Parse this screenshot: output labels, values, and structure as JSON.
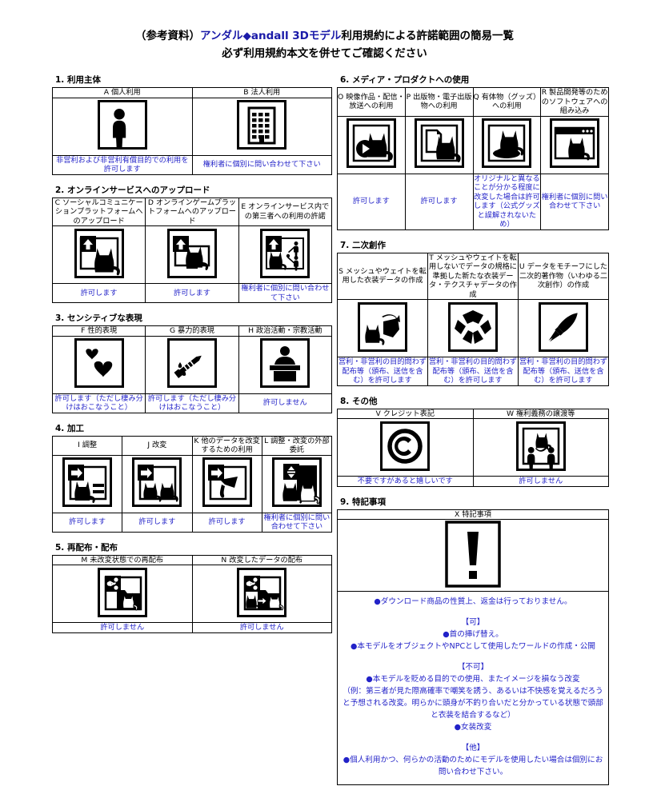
{
  "title": {
    "line1_prefix": "（参考資料）",
    "line1_brand": "アンダル◆andall 3Dモデル",
    "line1_suffix": "利用規約による許諾範囲の簡易一覧",
    "line2": "必ず利用規約本文を併せてご確認ください"
  },
  "colors": {
    "link_blue": "#2222c8",
    "brand_blue": "#1a1aa8",
    "border": "#000000"
  },
  "sections": [
    {
      "id": "1",
      "heading": "1. 利用主体",
      "columns": 2,
      "items": [
        {
          "key": "A",
          "label": "A 個人利用",
          "icon": "person-icon",
          "note": "非営利および非営利有償目的での利用を許可します"
        },
        {
          "key": "B",
          "label": "B 法人利用",
          "icon": "building-icon",
          "note": "権利者に個別に問い合わせて下さい"
        }
      ]
    },
    {
      "id": "2",
      "heading": "2. オンラインサービスへのアップロード",
      "columns": 3,
      "items": [
        {
          "key": "C",
          "label": "C ソーシャルコミュニケーションプラットフォームへのアップロード",
          "icon": "upload-cat-icon",
          "note": "許可します"
        },
        {
          "key": "D",
          "label": "D オンラインゲームプラットフォームへのアップロード",
          "icon": "upload-cat-monitor-icon",
          "note": "許可します"
        },
        {
          "key": "E",
          "label": "E オンラインサービス内での第三者への利用の許諾",
          "icon": "upload-cat-share-people-icon",
          "note": "権利者に個別に問い合わせて下さい"
        }
      ]
    },
    {
      "id": "3",
      "heading": "3. センシティブな表現",
      "columns": 3,
      "items": [
        {
          "key": "F",
          "label": "F 性的表現",
          "icon": "hearts-icon",
          "note": "許可します（ただし棲み分けはおこなうこと）"
        },
        {
          "key": "G",
          "label": "G 暴力的表現",
          "icon": "knife-icon",
          "note": "許可します（ただし棲み分けはおこなうこと）"
        },
        {
          "key": "H",
          "label": "H 政治活動・宗教活動",
          "icon": "podium-speaker-icon",
          "note": "許可しません"
        }
      ]
    },
    {
      "id": "4",
      "heading": "4. 加工",
      "columns": 4,
      "items": [
        {
          "key": "I",
          "label": "I 調整",
          "icon": "arrow-cat-equals-icon",
          "note": "許可します"
        },
        {
          "key": "J",
          "label": "J 改変",
          "icon": "arrow-cat-two-icon",
          "note": "許可します"
        },
        {
          "key": "K",
          "label": "K 他のデータを改変するための利用",
          "icon": "arrow-cat-shape-icon",
          "note": "許可します"
        },
        {
          "key": "L",
          "label": "L 調整・改変の外部委託",
          "icon": "outsourcing-cat-icon",
          "note": "権利者に個別に問い合わせて下さい"
        }
      ]
    },
    {
      "id": "5",
      "heading": "5. 再配布・配布",
      "columns": 2,
      "items": [
        {
          "key": "M",
          "label": "M 未改変状態での再配布",
          "icon": "share-folder-cat-icon",
          "note": "許可しません"
        },
        {
          "key": "N",
          "label": "N 改変したデータの配布",
          "icon": "share-folder-modified-cat-icon",
          "note": "許可しません"
        }
      ]
    },
    {
      "id": "6",
      "heading": "6. メディア・プロダクトへの使用",
      "columns": 4,
      "items": [
        {
          "key": "O",
          "label": "O 映像作品・配信・放送への利用",
          "icon": "play-cat-icon",
          "note": "許可します"
        },
        {
          "key": "P",
          "label": "P 出版物・電子出版物への利用",
          "icon": "document-cat-icon",
          "note": "許可します"
        },
        {
          "key": "Q",
          "label": "Q 有体物（グッズ）への利用",
          "icon": "figurine-cat-icon",
          "note": "オリジナルと異なることが分かる程度に改変した場合は許可します（公式グッズと誤解されないため）"
        },
        {
          "key": "R",
          "label": "R 製品開発等のためのソフトウェアへの組み込み",
          "icon": "window-cat-icon",
          "note": "権利者に個別に問い合わせて下さい"
        }
      ]
    },
    {
      "id": "7",
      "heading": "7. 二次創作",
      "columns": 3,
      "items": [
        {
          "key": "S",
          "label": "S メッシュやウェイトを転用した衣装データの作成",
          "icon": "cat-to-cloth-icon",
          "note": "営利・非営利の目的問わず配布等（頒布、送信を含む）を許可します"
        },
        {
          "key": "T",
          "label": "T メッシュやウェイトを転用しないでデータの規格に準拠した新たな衣装データ・テクスチャデータの作成",
          "icon": "cloth-icon",
          "note": "営利・非営利の目的問わず配布等（頒布、送信を含む）を許可します"
        },
        {
          "key": "U",
          "label": "U データをモチーフにした二次的著作物（いわゆる二次創作）の作成",
          "icon": "paintbrush-icon",
          "note": "営利・非営利の目的問わず配布等（頒布、送信を含む）を許可します"
        }
      ]
    },
    {
      "id": "8",
      "heading": "8. その他",
      "columns": 2,
      "items": [
        {
          "key": "V",
          "label": "V クレジット表記",
          "icon": "copyright-icon",
          "note": "不要ですがあると嬉しいです"
        },
        {
          "key": "W",
          "label": "W 権利義務の譲渡等",
          "icon": "transfer-people-cat-icon",
          "note": "許可しません"
        }
      ]
    }
  ],
  "special": {
    "heading": "9. 特記事項",
    "column_label": "X 特記事項",
    "icon": "exclamation-icon",
    "lines": [
      {
        "type": "bullet",
        "text": "●ダウンロード商品の性質上、返金は行っておりません。"
      },
      {
        "type": "gap",
        "text": ""
      },
      {
        "type": "head",
        "text": "【可】"
      },
      {
        "type": "bullet",
        "text": "●首の挿げ替え。"
      },
      {
        "type": "bullet",
        "text": "●本モデルをオブジェクトやNPCとして使用したワールドの作成・公開"
      },
      {
        "type": "gap",
        "text": ""
      },
      {
        "type": "head",
        "text": "【不可】"
      },
      {
        "type": "bullet",
        "text": "●本モデルを貶める目的での使用、またイメージを損なう改変"
      },
      {
        "type": "plain",
        "text": "（例：第三者が見た際高確率で嘲笑を誘う、あるいは不快感を覚えるだろうと予想される改変。明らかに頭身が不釣り合いだと分かっている状態で頭部と衣装を結合するなど）"
      },
      {
        "type": "bullet",
        "text": "●女装改変"
      },
      {
        "type": "gap",
        "text": ""
      },
      {
        "type": "head",
        "text": "【他】"
      },
      {
        "type": "bullet",
        "text": "●個人利用かつ、何らかの活動のためにモデルを使用したい場合は個別にお問い合わせ下さい。"
      }
    ]
  }
}
